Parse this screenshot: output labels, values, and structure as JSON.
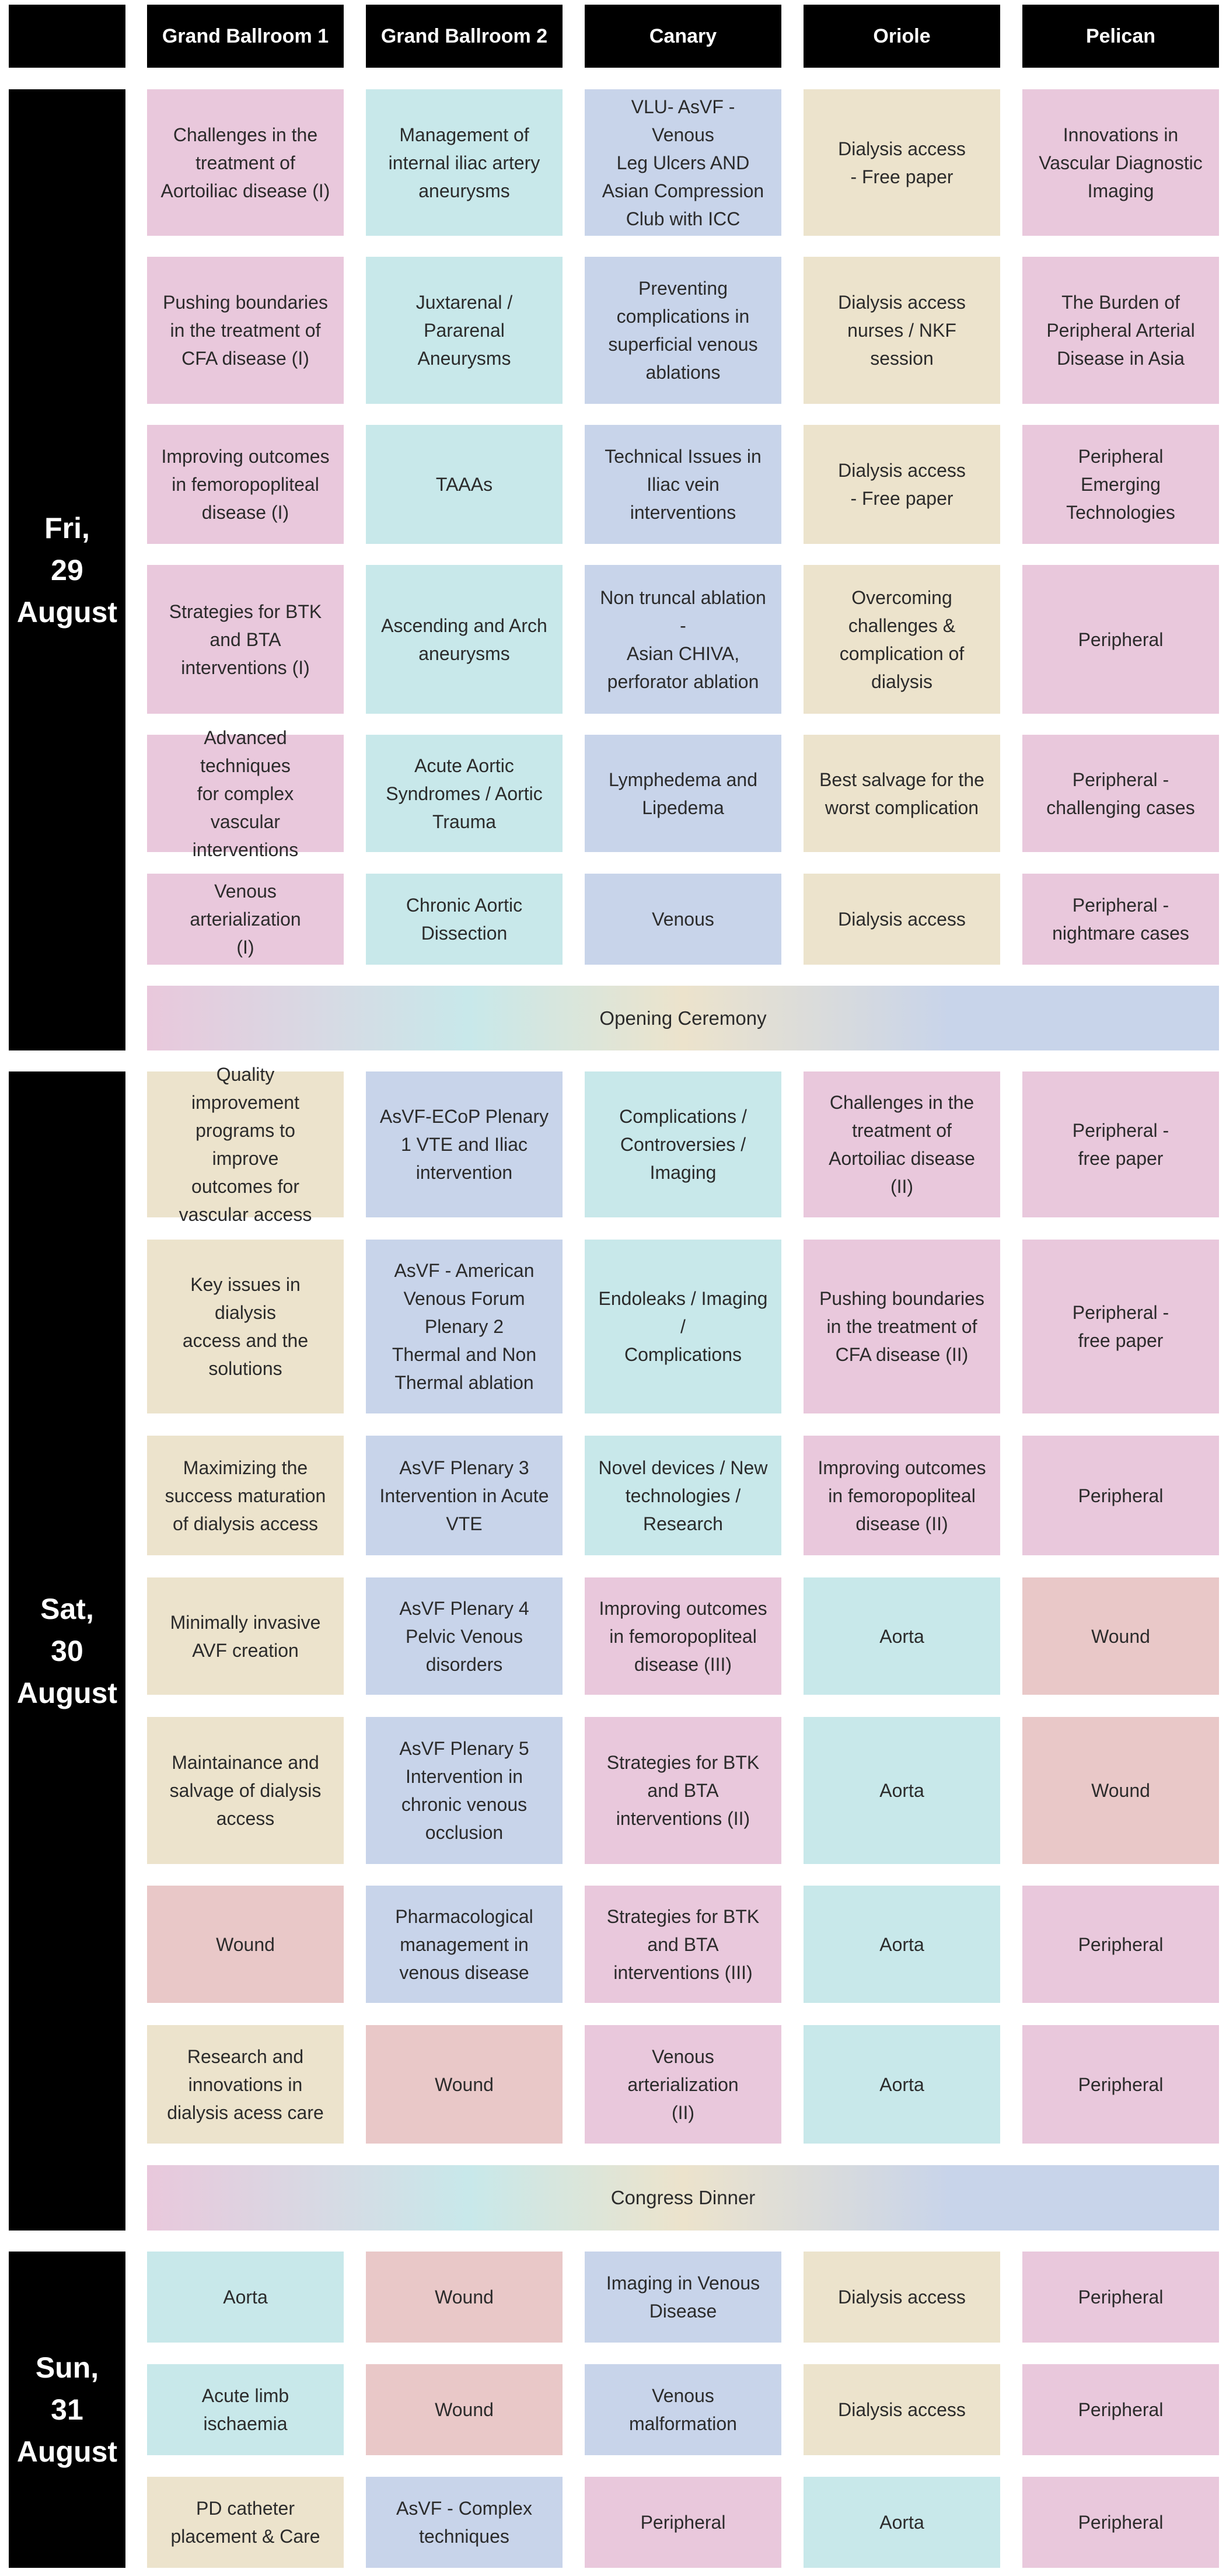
{
  "colors": {
    "pink": "#e9c8dc",
    "teal": "#c8e8ea",
    "blue": "#c8d4ea",
    "beige": "#ece3cc",
    "rose": "#e9c8c8",
    "black": "#000000"
  },
  "columns": [
    "Grand Ballroom 1",
    "Grand Ballroom 2",
    "Canary",
    "Oriole",
    "Pelican"
  ],
  "days": [
    {
      "name": "fri",
      "label": [
        "Fri,",
        "29",
        "August"
      ],
      "rows": [
        [
          {
            "t": "Challenges in the\ntreatment of\nAortoiliac disease (I)",
            "c": "pink"
          },
          {
            "t": "Management of\ninternal iliac artery\naneurysms",
            "c": "teal"
          },
          {
            "t": "VLU- AsVF - Venous\nLeg Ulcers AND\nAsian Compression\nClub with ICC",
            "c": "blue"
          },
          {
            "t": "Dialysis access\n- Free paper",
            "c": "beige"
          },
          {
            "t": "Innovations in\nVascular Diagnostic\nImaging",
            "c": "pink"
          }
        ],
        [
          {
            "t": "Pushing boundaries\nin the treatment of\nCFA disease (I)",
            "c": "pink"
          },
          {
            "t": "Juxtarenal /\nPararenal Aneurysms",
            "c": "teal"
          },
          {
            "t": "Preventing\ncomplications in\nsuperficial venous\nablations",
            "c": "blue"
          },
          {
            "t": "Dialysis access\nnurses / NKF session",
            "c": "beige"
          },
          {
            "t": "The Burden of\nPeripheral Arterial\nDisease in Asia",
            "c": "pink"
          }
        ],
        [
          {
            "t": "Improving outcomes\nin femoropopliteal\ndisease (I)",
            "c": "pink"
          },
          {
            "t": "TAAAs",
            "c": "teal"
          },
          {
            "t": "Technical Issues in\nIliac vein\ninterventions",
            "c": "blue"
          },
          {
            "t": "Dialysis access\n- Free paper",
            "c": "beige"
          },
          {
            "t": "Peripheral\nEmerging\nTechnologies",
            "c": "pink"
          }
        ],
        [
          {
            "t": "Strategies for BTK\nand BTA\ninterventions (I)",
            "c": "pink"
          },
          {
            "t": "Ascending and Arch\naneurysms",
            "c": "teal"
          },
          {
            "t": "Non truncal ablation -\nAsian CHIVA,\nperforator ablation",
            "c": "blue"
          },
          {
            "t": "Overcoming\nchallenges &\ncomplication of\ndialysis",
            "c": "beige"
          },
          {
            "t": "Peripheral",
            "c": "pink"
          }
        ],
        [
          {
            "t": "Advanced techniques\nfor complex vascular\ninterventions",
            "c": "pink"
          },
          {
            "t": "Acute Aortic\nSyndromes / Aortic\nTrauma",
            "c": "teal"
          },
          {
            "t": "Lymphedema and\nLipedema",
            "c": "blue"
          },
          {
            "t": "Best salvage for the\nworst complication",
            "c": "beige"
          },
          {
            "t": "Peripheral -\nchallenging cases",
            "c": "pink"
          }
        ],
        [
          {
            "t": "Venous arterialization\n(I)",
            "c": "pink"
          },
          {
            "t": "Chronic Aortic\nDissection",
            "c": "teal"
          },
          {
            "t": "Venous",
            "c": "blue"
          },
          {
            "t": "Dialysis access",
            "c": "beige"
          },
          {
            "t": "Peripheral -\nnightmare cases",
            "c": "pink"
          }
        ]
      ],
      "band": "Opening Ceremony"
    },
    {
      "name": "sat",
      "label": [
        "Sat,",
        "30",
        "August"
      ],
      "rows": [
        [
          {
            "t": "Quality improvement\nprograms to improve\noutcomes for\nvascular access",
            "c": "beige"
          },
          {
            "t": "AsVF-ECoP Plenary\n1  VTE and Iliac\nintervention",
            "c": "blue"
          },
          {
            "t": "Complications /\nControversies /\nImaging",
            "c": "teal"
          },
          {
            "t": "Challenges in the\ntreatment of\nAortoiliac disease (II)",
            "c": "pink"
          },
          {
            "t": "Peripheral -\nfree paper",
            "c": "pink"
          }
        ],
        [
          {
            "t": "Key issues in dialysis\naccess and the\nsolutions",
            "c": "beige"
          },
          {
            "t": "AsVF - American\nVenous Forum\nPlenary 2\nThermal and Non\nThermal ablation",
            "c": "blue"
          },
          {
            "t": "Endoleaks / Imaging /\nComplications",
            "c": "teal"
          },
          {
            "t": "Pushing boundaries\nin the treatment of\nCFA disease (II)",
            "c": "pink"
          },
          {
            "t": "Peripheral -\nfree paper",
            "c": "pink"
          }
        ],
        [
          {
            "t": "Maximizing the\nsuccess maturation\nof dialysis access",
            "c": "beige"
          },
          {
            "t": "AsVF Plenary 3\nIntervention in Acute\nVTE",
            "c": "blue"
          },
          {
            "t": "Novel devices / New\ntechnologies /\nResearch",
            "c": "teal"
          },
          {
            "t": "Improving outcomes\nin femoropopliteal\ndisease (II)",
            "c": "pink"
          },
          {
            "t": "Peripheral",
            "c": "pink"
          }
        ],
        [
          {
            "t": "Minimally invasive\nAVF creation",
            "c": "beige"
          },
          {
            "t": "AsVF  Plenary 4\nPelvic Venous\ndisorders",
            "c": "blue"
          },
          {
            "t": "Improving outcomes\nin femoropopliteal\ndisease (III)",
            "c": "pink"
          },
          {
            "t": "Aorta",
            "c": "teal"
          },
          {
            "t": "Wound",
            "c": "rose"
          }
        ],
        [
          {
            "t": "Maintainance and\nsalvage of dialysis\naccess",
            "c": "beige"
          },
          {
            "t": "AsVF Plenary 5\nIntervention in\nchronic venous\nocclusion",
            "c": "blue"
          },
          {
            "t": "Strategies for BTK\nand BTA\ninterventions (II)",
            "c": "pink"
          },
          {
            "t": "Aorta",
            "c": "teal"
          },
          {
            "t": "Wound",
            "c": "rose"
          }
        ],
        [
          {
            "t": "Wound",
            "c": "rose"
          },
          {
            "t": "Pharmacological\nmanagement in\nvenous disease",
            "c": "blue"
          },
          {
            "t": "Strategies for BTK\nand BTA\ninterventions (III)",
            "c": "pink"
          },
          {
            "t": "Aorta",
            "c": "teal"
          },
          {
            "t": "Peripheral",
            "c": "pink"
          }
        ],
        [
          {
            "t": "Research and\ninnovations in\ndialysis acess care",
            "c": "beige"
          },
          {
            "t": "Wound",
            "c": "rose"
          },
          {
            "t": "Venous arterialization\n(II)",
            "c": "pink"
          },
          {
            "t": "Aorta",
            "c": "teal"
          },
          {
            "t": "Peripheral",
            "c": "pink"
          }
        ]
      ],
      "band": "Congress Dinner"
    },
    {
      "name": "sun",
      "label": [
        "Sun,",
        "31",
        "August"
      ],
      "rows": [
        [
          {
            "t": "Aorta",
            "c": "teal"
          },
          {
            "t": "Wound",
            "c": "rose"
          },
          {
            "t": "Imaging in Venous\nDisease",
            "c": "blue"
          },
          {
            "t": "Dialysis access",
            "c": "beige"
          },
          {
            "t": "Peripheral",
            "c": "pink"
          }
        ],
        [
          {
            "t": "Acute limb ischaemia",
            "c": "teal"
          },
          {
            "t": "Wound",
            "c": "rose"
          },
          {
            "t": "Venous malformation",
            "c": "blue"
          },
          {
            "t": "Dialysis access",
            "c": "beige"
          },
          {
            "t": "Peripheral",
            "c": "pink"
          }
        ],
        [
          {
            "t": "PD catheter\nplacement & Care",
            "c": "beige"
          },
          {
            "t": "AsVF - Complex\ntechniques",
            "c": "blue"
          },
          {
            "t": "Peripheral",
            "c": "pink"
          },
          {
            "t": "Aorta",
            "c": "teal"
          },
          {
            "t": "Peripheral",
            "c": "pink"
          }
        ]
      ],
      "band": ""
    }
  ]
}
